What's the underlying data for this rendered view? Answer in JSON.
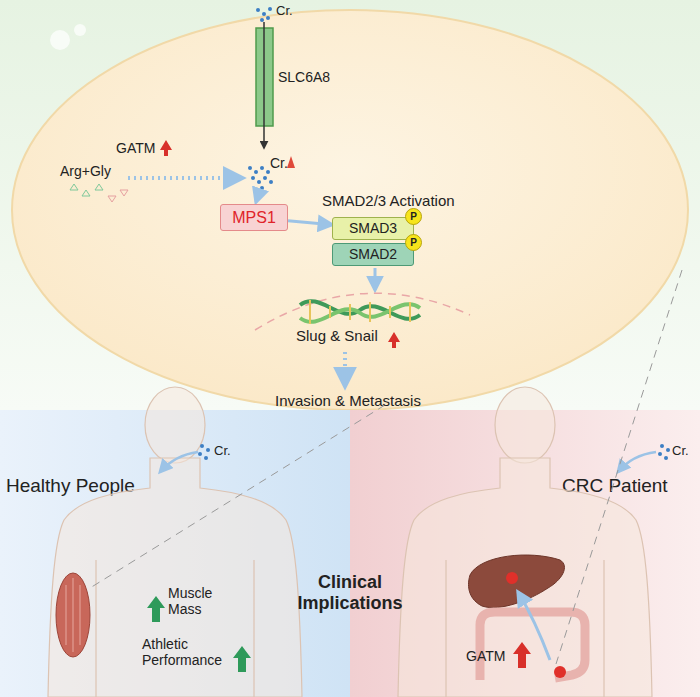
{
  "diagram": {
    "nodes": [
      {
        "text": [
          "SLC6A8"
        ]
      },
      {
        "text": [
          "MPS1"
        ]
      },
      {
        "text": [
          "SMAD3"
        ]
      },
      {
        "text": [
          "SMAD2"
        ]
      },
      {
        "text": [
          "P"
        ],
        "in": 2
      },
      {
        "text": [
          "P"
        ],
        "in": 3
      },
      {
        "text": [
          "Healthy People"
        ]
      },
      {
        "text": [
          "CRC Patient"
        ]
      }
    ],
    "edges": [
      {
        "from": 1,
        "to": 2,
        "arrow": "to"
      }
    ],
    "labels": [
      "Cr.",
      "Arg+Gly",
      "GATM",
      "Cr.",
      "SMAD2/3 Activation",
      "Slug & Snail",
      "Invasion & Metastasis",
      "Cr.",
      "Muscle Mass",
      "Athletic Performance",
      "Clinical Implications",
      "Cr.",
      "GATM"
    ]
  }
}
